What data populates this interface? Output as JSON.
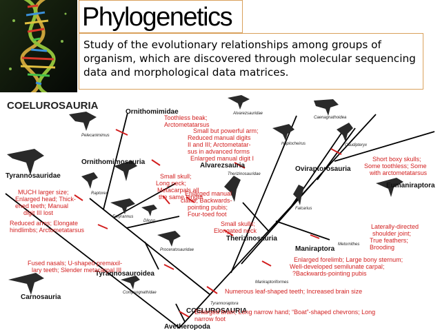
{
  "slide": {
    "title": "Phylogenetics",
    "description": "Study of the evolutionary relationships among groups of organism, which are discovered through molecular sequencing data and morphological data matrices."
  },
  "colors": {
    "title_border": "#d9a05a",
    "annotation_red": "#d21e1e",
    "branch": "#000000"
  },
  "tree": {
    "root_label": "COELUROSAURIA",
    "clades": {
      "ornithomimidae": "Ornithomimidae",
      "alvarezsauridae": "Alvarezsauridae",
      "caenagnathoidea": "Caenagnathoidea",
      "ornithomimosauria": "Ornithomimosauria",
      "alvarezsauria": "Alvarezsauria",
      "oviraptorosauria": "Oviraptorosauria",
      "tyrannosauridae": "Tyrannosauridae",
      "therizinosauridae": "Therizinosauridae",
      "eumaniraptora": "Eumaniraptora",
      "therizinosauria": "Therizinosauria",
      "maniraptora": "Maniraptora",
      "tyrannosauroidea": "Tyrannosauroidea",
      "maniraptoriformes": "Maniraptoriformes",
      "carnosauria": "Carnosauria",
      "tyrannoraptora": "Tyrannoraptora",
      "coelurosauria": "COELUROSAURIA",
      "avetheropoda": "Avetheropoda"
    },
    "taxa": {
      "pelecanimimus": "Pelecanimimus",
      "haplocheirus": "Haplocheirus",
      "caudipteryx": "Caudipteryx",
      "raptorex": "Raptorex",
      "falcarius": "Falcarius",
      "eotyrannus": "Eotyrannus",
      "dilong": "Dilong",
      "metornithes": "Metornithes",
      "proceratosauridae": "Proceratosauridae",
      "compsognathidae": "Compsognathidae"
    },
    "annotations": [
      {
        "key": "toothless",
        "lines": [
          "Toothless beak;",
          "Arctometatarsus"
        ]
      },
      {
        "key": "alvarez",
        "lines": [
          "Small but powerful arm;",
          "Reduced manual digits",
          "II and III; Arctometatar-",
          "sus in advanced forms",
          "Enlarged manual digit I"
        ]
      },
      {
        "key": "ovirap",
        "lines": [
          "Short boxy skulls;",
          "Some toothless; Some",
          "with arctometatarsus"
        ]
      },
      {
        "key": "smallskull",
        "lines": [
          "Small skull;",
          "Long neck;",
          "Metacarpals all",
          "the same length"
        ]
      },
      {
        "key": "tyrannos",
        "lines": [
          "MUCH larger size;",
          "Enlarged head; Thick-",
          "ened teeth; Manual",
          "digit III lost"
        ]
      },
      {
        "key": "theriz",
        "lines": [
          "Enlarged manual",
          "claws; Backwards-",
          "pointing pubis;",
          "Four-toed foot"
        ]
      },
      {
        "key": "reduced",
        "lines": [
          "Reduced arms; Elongate",
          "hindlimbs; Arctometatarsus"
        ]
      },
      {
        "key": "smallskulls",
        "lines": [
          "Small skulls;",
          "Elongated neck"
        ]
      },
      {
        "key": "shoulder",
        "lines": [
          "Laterally-directed",
          "shoulder joint;",
          "True feathers;",
          "Brooding"
        ]
      },
      {
        "key": "mani",
        "lines": [
          "Enlarged forelimb; Large bony sternum;",
          "Well-developed semilunate carpal;",
          "?Backwards-pointing pubis"
        ]
      },
      {
        "key": "fused",
        "lines": [
          "Fused nasals; U-shaped premaxil-",
          "lary teeth; Slender metacarpal III"
        ]
      },
      {
        "key": "numerous",
        "lines": [
          "Numerous leaf-shaped teeth; Increased brain size"
        ]
      },
      {
        "key": "coelu",
        "lines": [
          "Enlarged brain; Long narrow hand; “Boat”-shaped chevrons; Long",
          "narrow foot"
        ]
      }
    ]
  }
}
